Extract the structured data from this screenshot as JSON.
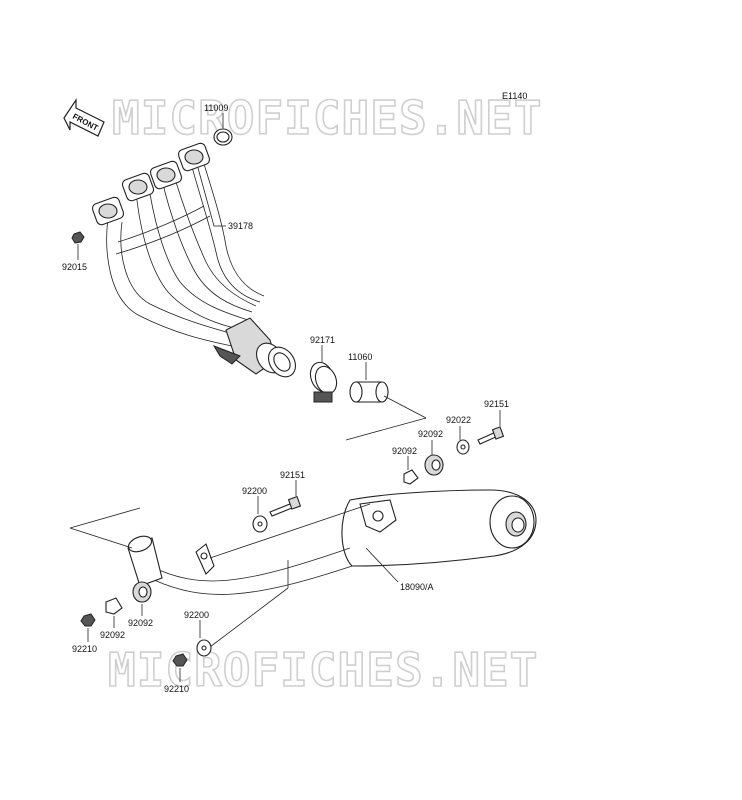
{
  "diagram": {
    "code": "E1140",
    "front_label": "FRONT",
    "watermark": "MICROFICHES.NET",
    "labels": {
      "p11009": "11009",
      "p39178": "39178",
      "p92015": "92015",
      "p92171": "92171",
      "p11060": "11060",
      "p92151a": "92151",
      "p92022": "92022",
      "p92092a": "92092",
      "p92092b": "92092",
      "p92151b": "92151",
      "p92200a": "92200",
      "p18090": "18090/A",
      "p92092c": "92092",
      "p92092d": "92092",
      "p92210a": "92210",
      "p92200b": "92200",
      "p92210b": "92210"
    }
  }
}
